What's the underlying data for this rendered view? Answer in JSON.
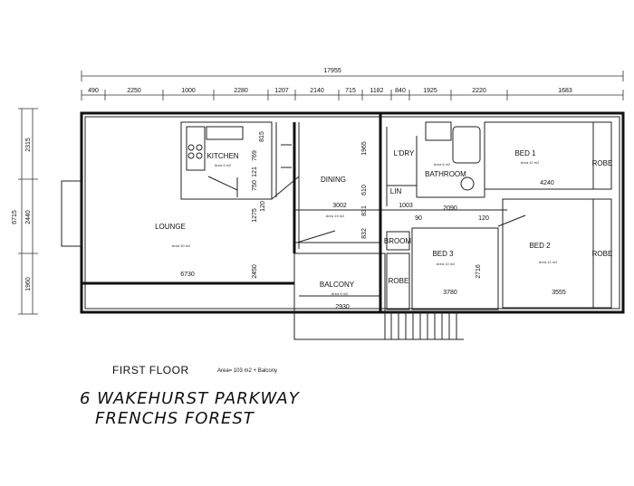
{
  "overall_dimension": "17955",
  "top_dimensions": [
    "490",
    "2250",
    "1000",
    "2280",
    "1207",
    "2140",
    "715",
    "1182",
    "840",
    "1925",
    "2220",
    "1683"
  ],
  "left_overall_dimension": "6715",
  "left_dimensions": [
    "2315",
    "2440",
    "1960"
  ],
  "rooms": {
    "kitchen": {
      "label": "KITCHEN",
      "area": "Area 9 m2"
    },
    "dining": {
      "label": "DINING",
      "area": "Area 15 m2"
    },
    "lounge": {
      "label": "LOUNGE",
      "area": "Area 30 m2"
    },
    "laundry": {
      "label": "L'DRY"
    },
    "bathroom": {
      "label": "BATHROOM",
      "area": "Area 6 m2"
    },
    "linen": {
      "label": "LIN"
    },
    "bed1": {
      "label": "BED 1",
      "area": "Area 10 m2"
    },
    "bed2": {
      "label": "BED 2",
      "area": "Area 12 m2"
    },
    "bed3": {
      "label": "BED 3",
      "area": "Area 10 m2"
    },
    "broom": {
      "label": "BROOM"
    },
    "robe_bed3": {
      "label": "ROBE"
    },
    "robe_bed1": {
      "label": "ROBE"
    },
    "robe_bed2": {
      "label": "ROBE"
    },
    "balcony": {
      "label": "BALCONY",
      "area": "Area 6 m2"
    }
  },
  "inner_dimensions": {
    "kitchen_a": "815",
    "kitchen_b": "769",
    "kitchen_c": "121",
    "kitchen_d": "750",
    "kitchen_e": "120",
    "lounge_a": "1275",
    "lounge_b": "2450",
    "dining_w": "3002",
    "dining_a": "1965",
    "dining_b": "610",
    "dining_c": "831",
    "dining_d": "832",
    "bath_w": "1003",
    "hall_a": "90",
    "hall_b": "2090",
    "hall_c": "120",
    "bed1_w": "4240",
    "bed3_h": "2716",
    "bed3_w": "3780",
    "bed2_w": "3555",
    "lounge_w": "6730",
    "balcony_w": "2930"
  },
  "floor_label": "FIRST FLOOR",
  "floor_area": "Area= 103 m2 + Balcony",
  "address_line1": "6 WAKEHURST PARKWAY",
  "address_line2": "FRENCHS FOREST"
}
